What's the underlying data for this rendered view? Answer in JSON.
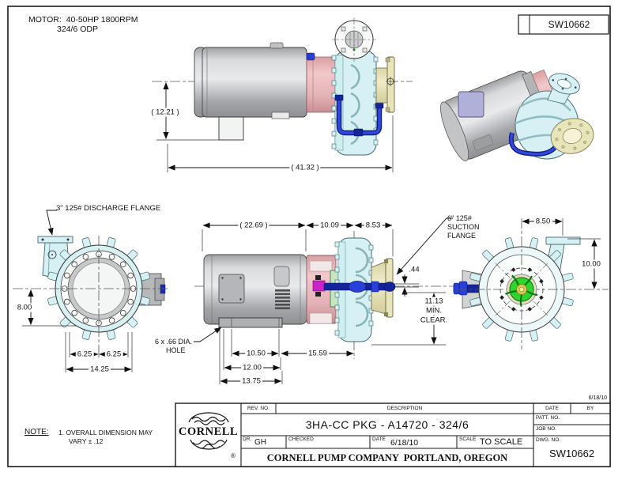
{
  "frame": {
    "dwg_no_box": "SW10662",
    "rev_date_note": "6/18/10"
  },
  "motor_note": {
    "line1": "MOTOR:  40-50HP 1800RPM",
    "line2": "324/6 ODP"
  },
  "note": {
    "heading": "NOTE:",
    "line1": "1. OVERALL DIMENSION MAY",
    "line2": "VARY ± .12"
  },
  "annotations": {
    "discharge_flange": "3\" 125# DISCHARGE FLANGE",
    "suction_flange": {
      "l1": "6\" 125#",
      "l2": "SUCTION",
      "l3": "FLANGE"
    },
    "base_hole": {
      "l1": "6 x .66 DIA.",
      "l2": "HOLE"
    },
    "min_clearance": {
      "l1": "11.13",
      "l2": "MIN.",
      "l3": "CLEAR."
    }
  },
  "dimensions": {
    "side_view": {
      "height": "( 12.21 )",
      "overall_length": "( 41.32 )"
    },
    "front_view": {
      "centerline_height": "8.00",
      "bolt_left": "6.25",
      "bolt_right": "6.25",
      "base_width": "14.25"
    },
    "plan_view": {
      "motor_length": "( 22.69 )",
      "adapter_length": "10.09",
      "pump_length": "8.53",
      "flange_gap": ".44",
      "base_slots": "10.50",
      "base_inner": "12.00",
      "base_outer": "13.75",
      "pump_offset": "15.59"
    },
    "rear_view": {
      "discharge_offset": "8.50",
      "discharge_height": "10.00"
    }
  },
  "title_block": {
    "logo_text": "CORNELL",
    "registered": "®",
    "rev_no_label": "REV. NO.",
    "description_label": "DESCRIPTION",
    "date_label": "DATE",
    "by_label": "BY",
    "description_value": "3HA-CC PKG - A14720 - 324/6",
    "patt_no_label": "PATT. NO.",
    "job_no_label": "JOB NO.",
    "dr_label": "DR.",
    "dr_value": "GH",
    "checked_label": "CHECKED",
    "date2_label": "DATE",
    "date_value": "6/18/10",
    "scale_label": "SCALE",
    "scale_value": "TO SCALE",
    "dwg_no_label": "DWG. NO.",
    "dwg_no_value": "SW10662",
    "company_line": "CORNELL PUMP COMPANY  PORTLAND, OREGON"
  },
  "colors": {
    "pump_casing_cyan": "#d7f0f3",
    "motor_gray": "#b9bbbe",
    "adapter_pink": "#e7b9bd",
    "flange_tan": "#e9e5bb",
    "pipe_blue": "#2438d8",
    "impeller_green": "#2fd42f",
    "coupling_magenta": "#cc22cc",
    "seal_plate_green": "#c6e6c2",
    "line": "#222222"
  }
}
